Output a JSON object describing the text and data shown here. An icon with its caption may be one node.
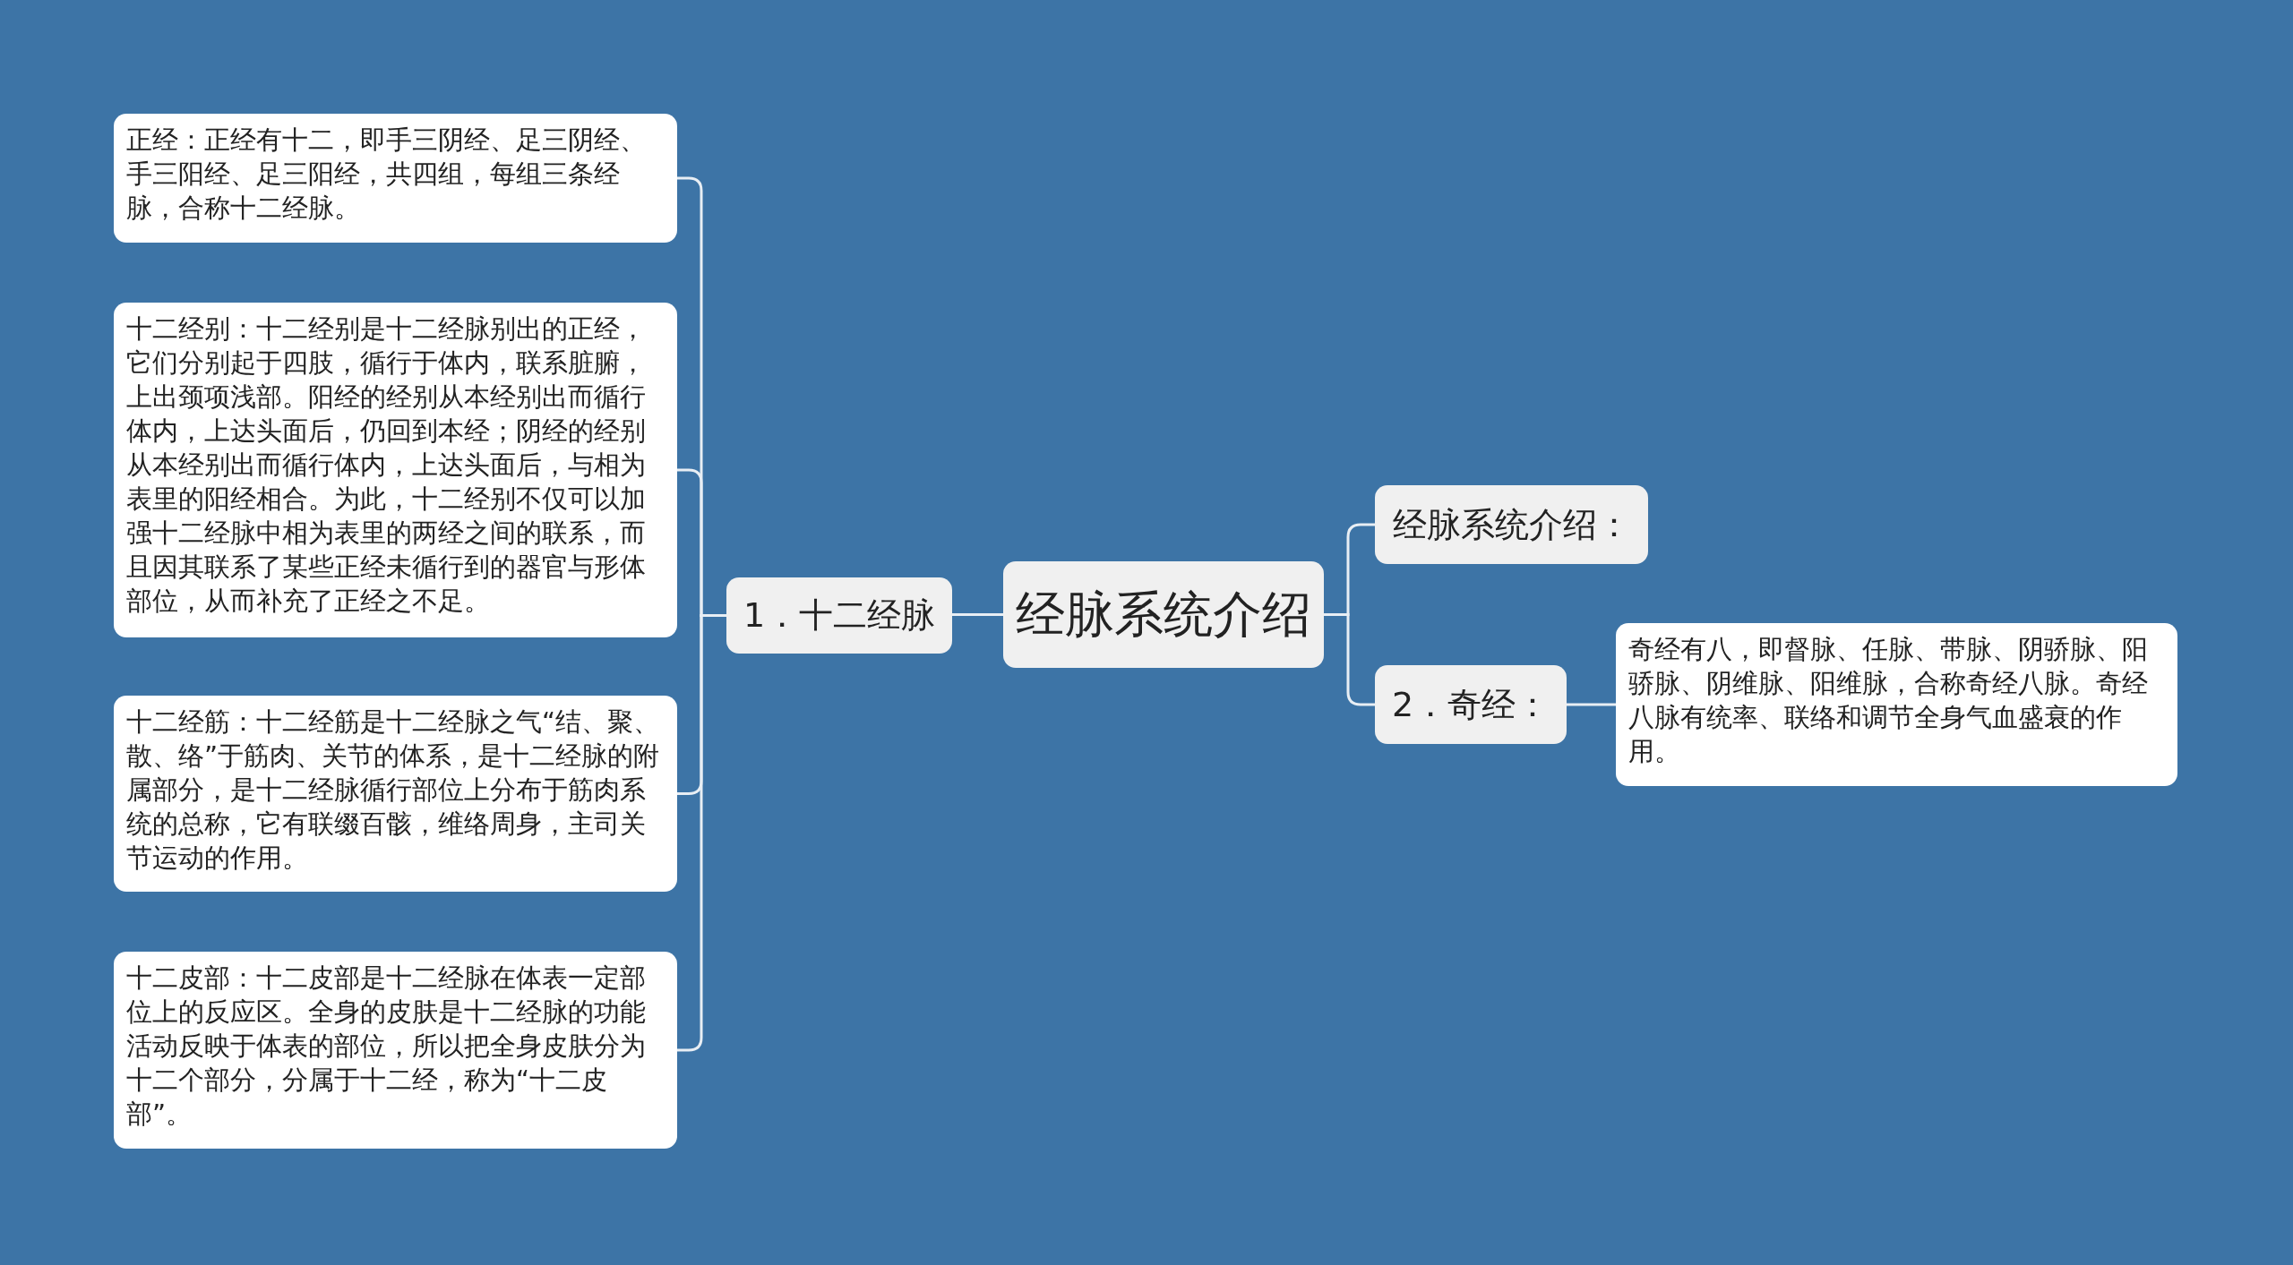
{
  "diagram": {
    "nodes": [
      {
        "text": [
          "经脉系统介绍"
        ]
      },
      {
        "text": [
          "1．十二经脉"
        ]
      },
      {
        "text": [
          "正经：正经有十二，即手三阴经、足三阴经、手三阳经、足三阳经，共四组，每组三条经脉，合称十二经脉。"
        ]
      },
      {
        "text": [
          "十二经别：十二经别是十二经脉别出的正经，它们分别起于四肢，循行于体内，联系脏腑，上出颈项浅部。阳经的经别从本经别出而循行体内，上达头面后，仍回到本经；阴经的经别从本经别出而循行体内，上达头面后，与相为表里的阳经相合。为此，十二经别不仅可以加强十二经脉中相为表里的两经之间的联系，而且因其联系了某些正经未循行到的器官与形体部位，从而补充了正经之不足。"
        ]
      },
      {
        "text": [
          "十二经筋：十二经筋是十二经脉之气“结、聚、散、络”于筋肉、关节的体系，是十二经脉的附属部分，是十二经脉循行部位上分布于筋肉系统的总称，它有联缀百骸，维络周身，主司关节运动的作用。"
        ]
      },
      {
        "text": [
          "十二皮部：十二皮部是十二经脉在体表一定部位上的反应区。全身的皮肤是十二经脉的功能活动反映于体表的部位，所以把全身皮肤分为十二个部分，分属于十二经，称为“十二皮部”。"
        ]
      },
      {
        "text": [
          "经脉系统介绍："
        ]
      },
      {
        "text": [
          "2．奇经："
        ]
      },
      {
        "text": [
          "奇经有八，即督脉、任脉、带脉、阴骄脉、阳骄脉、阴维脉、阳维脉，合称奇经八脉。奇经八脉有统率、联络和调节全身气血盛衰的作用。"
        ]
      }
    ],
    "edges": [
      {
        "from": 0,
        "to": 1,
        "arrow": "none"
      },
      {
        "from": 1,
        "to": 2,
        "arrow": "none"
      },
      {
        "from": 1,
        "to": 3,
        "arrow": "none"
      },
      {
        "from": 1,
        "to": 4,
        "arrow": "none"
      },
      {
        "from": 1,
        "to": 5,
        "arrow": "none"
      },
      {
        "from": 0,
        "to": 6,
        "arrow": "none"
      },
      {
        "from": 0,
        "to": 7,
        "arrow": "none"
      },
      {
        "from": 7,
        "to": 8,
        "arrow": "none"
      }
    ]
  }
}
